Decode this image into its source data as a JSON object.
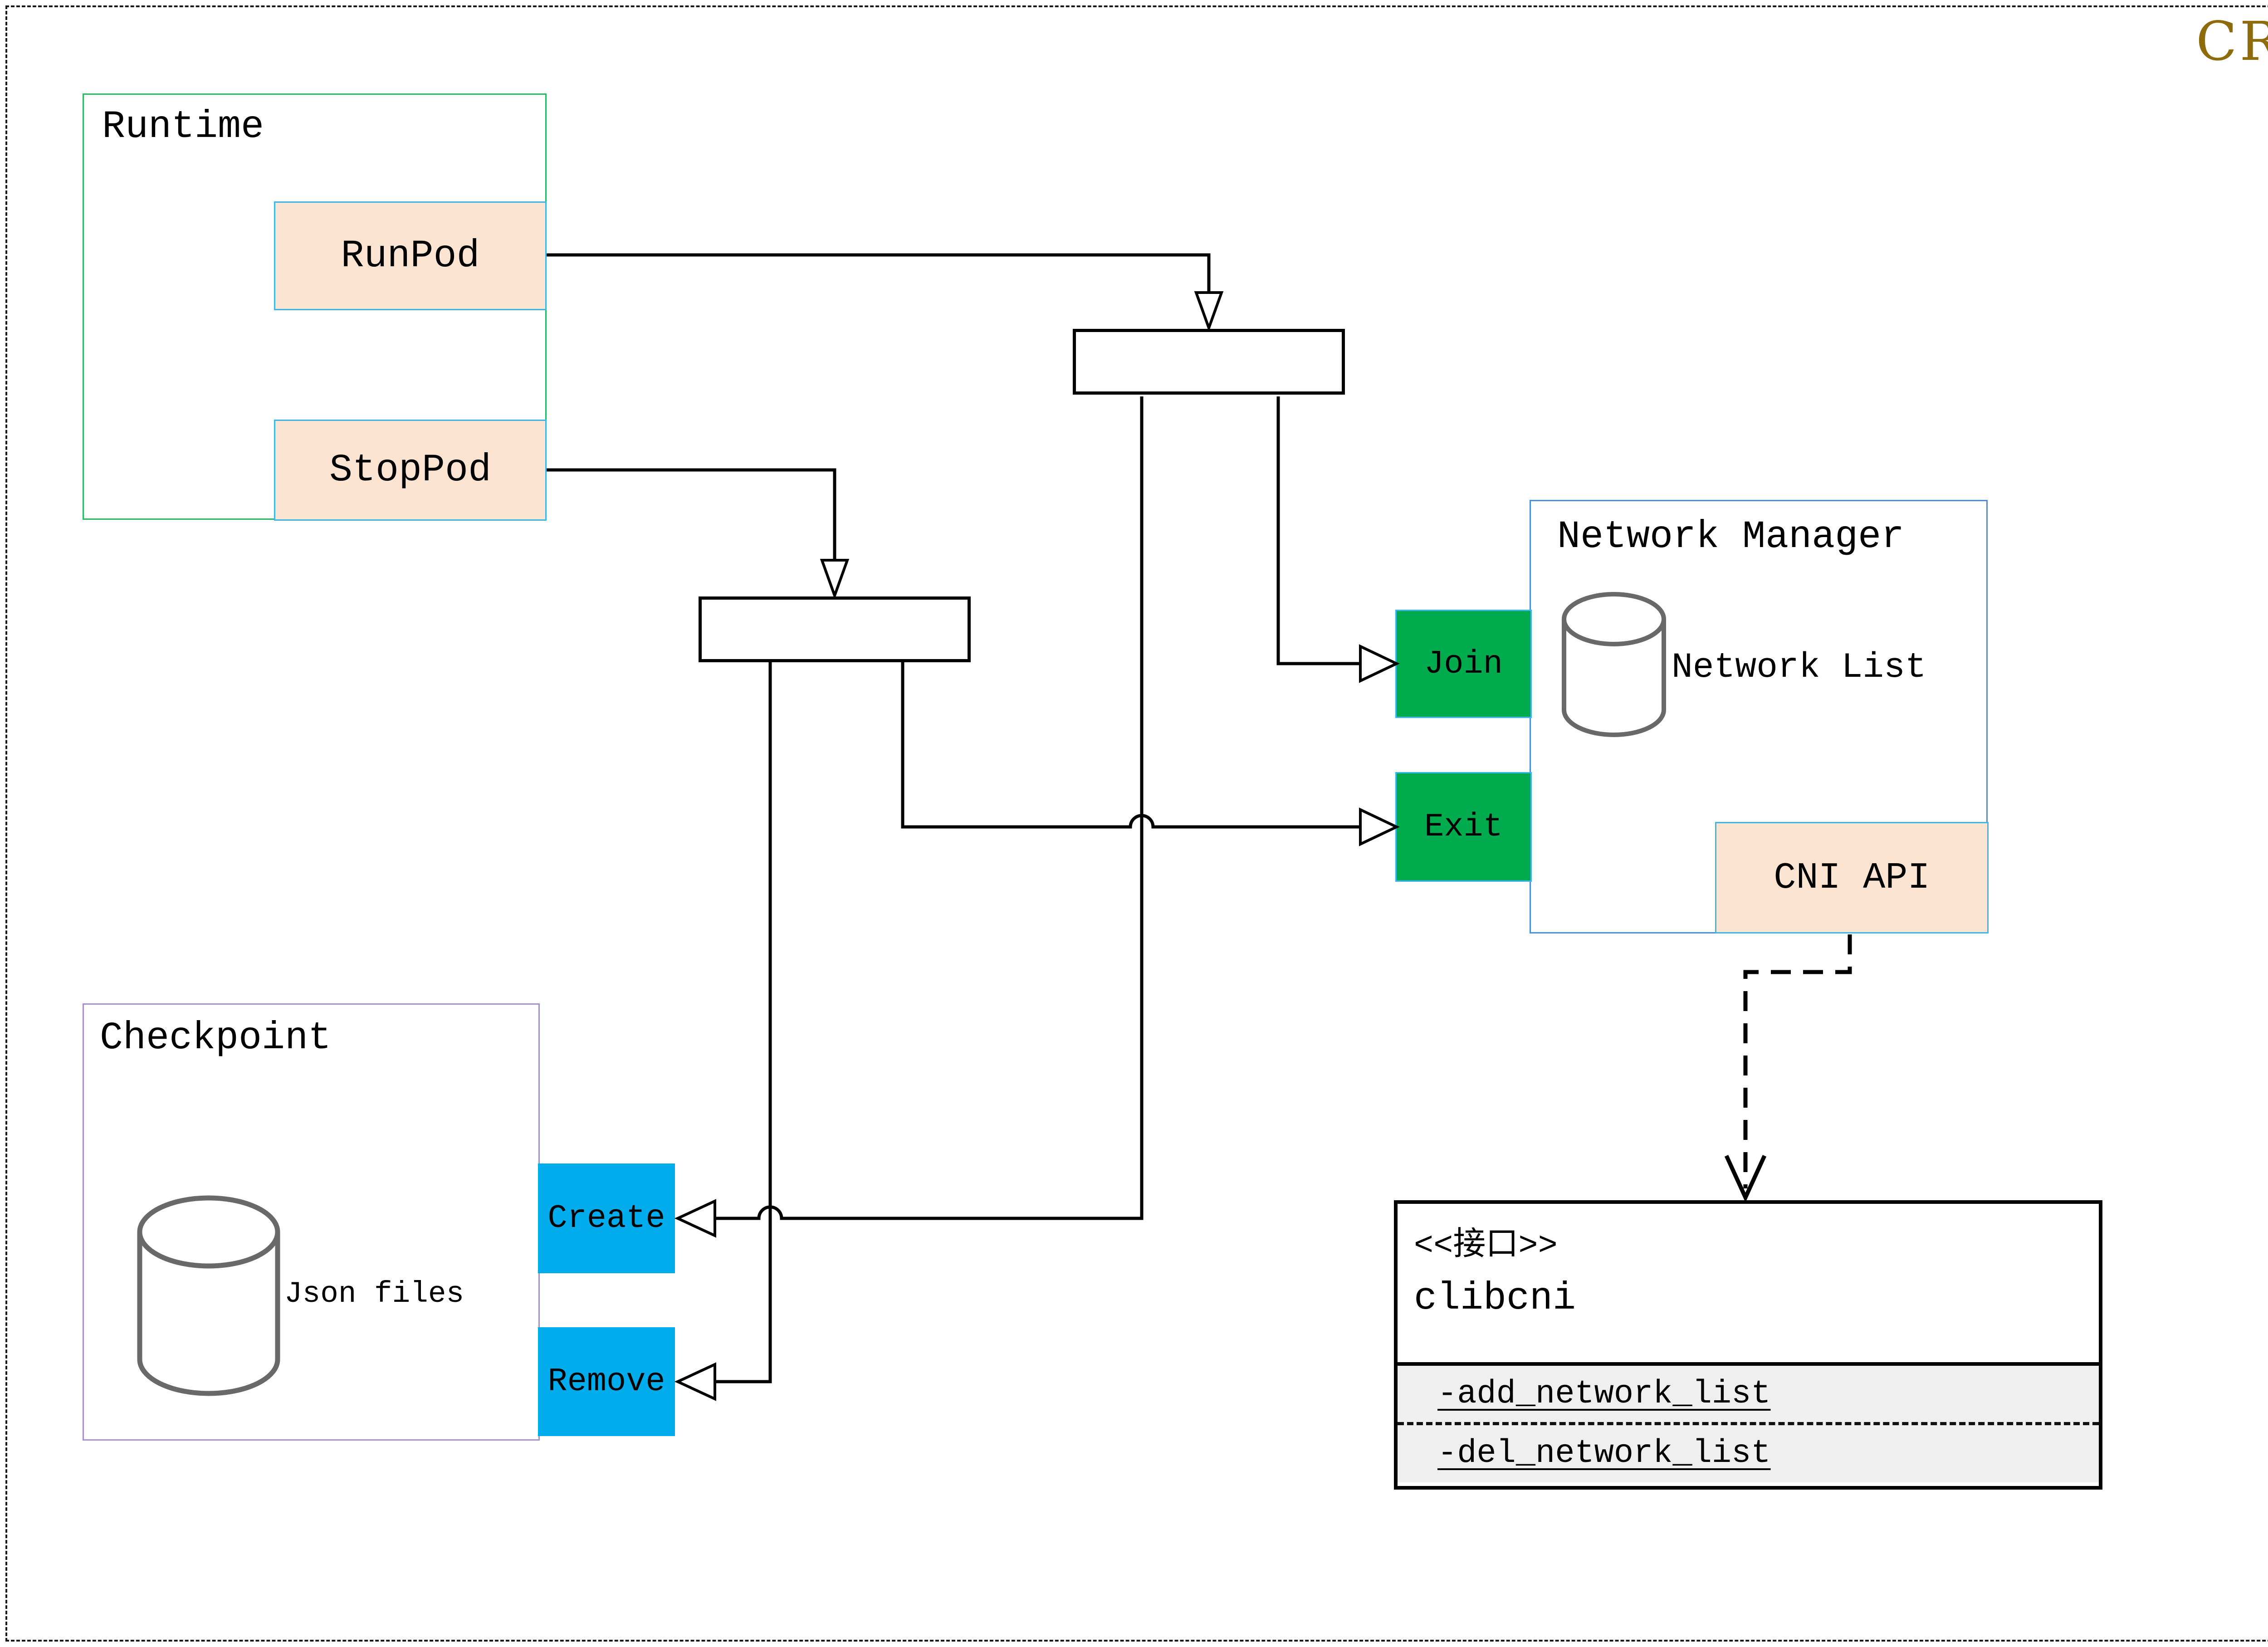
{
  "cri": {
    "label": "CRI"
  },
  "colors": {
    "accent_green": "#00ab4e",
    "accent_blue": "#00acec",
    "peach_fill": "#fbe5d2",
    "peach_border": "#3fb6e8",
    "runtime_border": "#2bb763",
    "network_manager_border": "#4a90d9",
    "checkpoint_border": "#a98fd0",
    "cri_gold": "#8e6c0e",
    "cylinder_gray": "#696969",
    "line_black": "#000000"
  },
  "runtime": {
    "title": "Runtime",
    "runpod_label": "RunPod",
    "stoppod_label": "StopPod"
  },
  "network_manager": {
    "title": "Network Manager",
    "network_list_label": "Network List",
    "join_label": "Join",
    "exit_label": "Exit",
    "cni_api_label": "CNI API"
  },
  "checkpoint": {
    "title": "Checkpoint",
    "json_files_label": "Json files",
    "create_label": "Create",
    "remove_label": "Remove"
  },
  "clibcni": {
    "stereotype": "<<接口>>",
    "name": "clibcni",
    "methods": [
      "-add_network_list",
      "-del_network_list"
    ]
  }
}
